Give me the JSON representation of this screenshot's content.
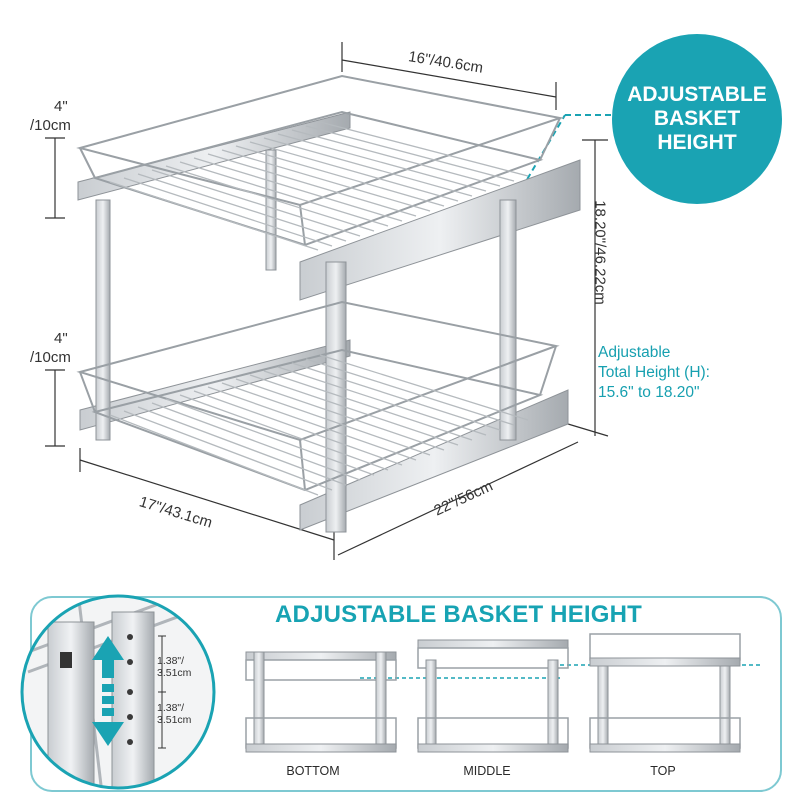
{
  "badge": {
    "line1": "ADJUSTABLE",
    "line2": "BASKET",
    "line3": "HEIGHT"
  },
  "dimensions": {
    "width_top": "16\"/40.6cm",
    "basket_height_top_1": "4\"",
    "basket_height_top_2": "/10cm",
    "basket_height_bottom_1": "4\"",
    "basket_height_bottom_2": "/10cm",
    "total_height": "18.20\"/46.22cm",
    "width_front": "17\"/43.1cm",
    "depth": "22\"/56cm"
  },
  "adjustable_note": {
    "line1": "Adjustable",
    "line2": "Total Height (H):",
    "line3": "15.6\" to 18.20\""
  },
  "panel": {
    "title": "ADJUSTABLE BASKET HEIGHT",
    "step_top_1": "1.38\"/",
    "step_top_2": "3.51cm",
    "step_bottom_1": "1.38\"/",
    "step_bottom_2": "3.51cm",
    "positions": [
      "BOTTOM",
      "MIDDLE",
      "TOP"
    ]
  },
  "colors": {
    "accent": "#1aa3b3",
    "accent_light": "#7ec9d2",
    "metal": "#a9aeb3"
  }
}
